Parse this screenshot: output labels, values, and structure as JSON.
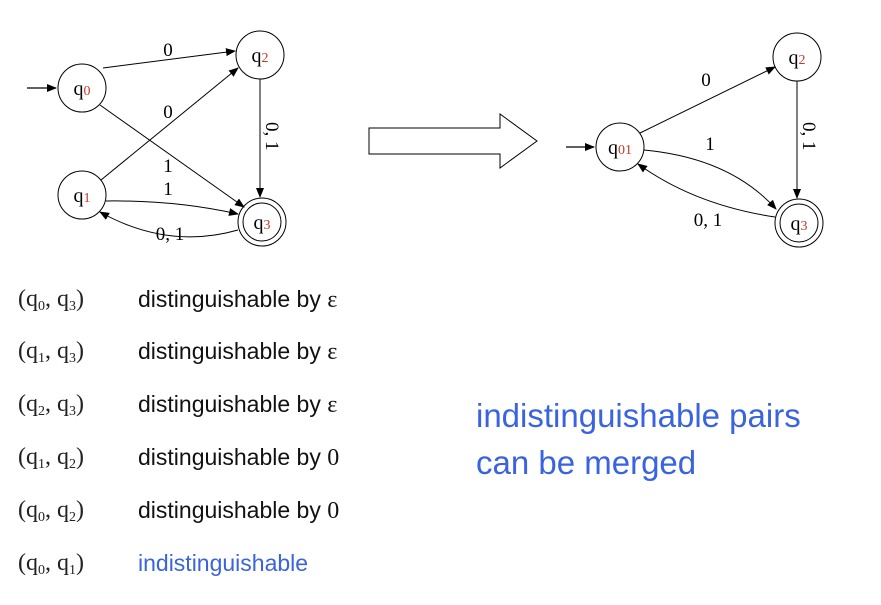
{
  "left_dfa": {
    "states": {
      "q0": {
        "base": "q",
        "sub": "0"
      },
      "q1": {
        "base": "q",
        "sub": "1"
      },
      "q2": {
        "base": "q",
        "sub": "2"
      },
      "q3": {
        "base": "q",
        "sub": "3"
      }
    },
    "edges": {
      "q0_q2": "0",
      "q1_q2": "0",
      "q0_q3": "1",
      "q1_q3": "1",
      "q2_q3": "0, 1",
      "q3_q1": "0, 1"
    }
  },
  "right_dfa": {
    "states": {
      "q01": {
        "base": "q",
        "sub": "01"
      },
      "q2": {
        "base": "q",
        "sub": "2"
      },
      "q3": {
        "base": "q",
        "sub": "3"
      }
    },
    "edges": {
      "q01_q2": "0",
      "q01_q3": "1",
      "q2_q3": "0, 1",
      "q3_q01": "0, 1"
    }
  },
  "pairs": [
    {
      "a": "q",
      "a_sub": "0",
      "b": "q",
      "b_sub": "3",
      "text": "distinguishable by ",
      "sym": "ε",
      "highlight": false
    },
    {
      "a": "q",
      "a_sub": "1",
      "b": "q",
      "b_sub": "3",
      "text": "distinguishable by ",
      "sym": "ε",
      "highlight": false
    },
    {
      "a": "q",
      "a_sub": "2",
      "b": "q",
      "b_sub": "3",
      "text": "distinguishable by ",
      "sym": "ε",
      "highlight": false
    },
    {
      "a": "q",
      "a_sub": "1",
      "b": "q",
      "b_sub": "2",
      "text": "distinguishable by ",
      "sym": "0",
      "highlight": false
    },
    {
      "a": "q",
      "a_sub": "0",
      "b": "q",
      "b_sub": "2",
      "text": "distinguishable by ",
      "sym": "0",
      "highlight": false
    },
    {
      "a": "q",
      "a_sub": "0",
      "b": "q",
      "b_sub": "1",
      "text": "indistinguishable",
      "sym": "",
      "highlight": true
    }
  ],
  "note": {
    "line1": "indistinguishable pairs",
    "line2": "can be merged"
  },
  "colors": {
    "state_sub": "#c0392b",
    "highlight": "#3a63e0",
    "stroke": "#000000"
  }
}
